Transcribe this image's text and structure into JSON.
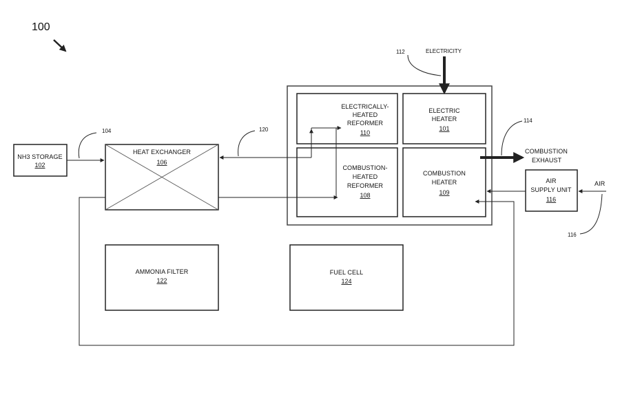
{
  "figure_number": "100",
  "boxes": {
    "nh3_storage": {
      "label": "NH3 STORAGE",
      "ref": "102"
    },
    "heat_exchanger": {
      "label": "HEAT EXCHANGER",
      "ref": "106"
    },
    "elec_reformer": {
      "line1": "ELECTRICALLY-",
      "line2": "HEATED",
      "line3": "REFORMER",
      "ref": "110"
    },
    "electric_heater": {
      "line1": "ELECTRIC",
      "line2": "HEATER",
      "ref": "101"
    },
    "comb_reformer": {
      "line1": "COMBUSTION-",
      "line2": "HEATED",
      "line3": "REFORMER",
      "ref": "108"
    },
    "comb_heater": {
      "line1": "COMBUSTION",
      "line2": "HEATER",
      "ref": "109"
    },
    "air_supply": {
      "line1": "AIR",
      "line2": "SUPPLY UNIT",
      "ref": "116"
    },
    "ammonia_filter": {
      "label": "AMMONIA FILTER",
      "ref": "122"
    },
    "fuel_cell": {
      "label": "FUEL CELL",
      "ref": "124"
    }
  },
  "flows": {
    "electricity": "ELECTRICITY",
    "exhaust_line1": "COMBUSTION",
    "exhaust_line2": "EXHAUST",
    "air": "AIR"
  },
  "callouts": {
    "c104": "104",
    "c120": "120",
    "c112": "112",
    "c114": "114",
    "c116": "116"
  }
}
